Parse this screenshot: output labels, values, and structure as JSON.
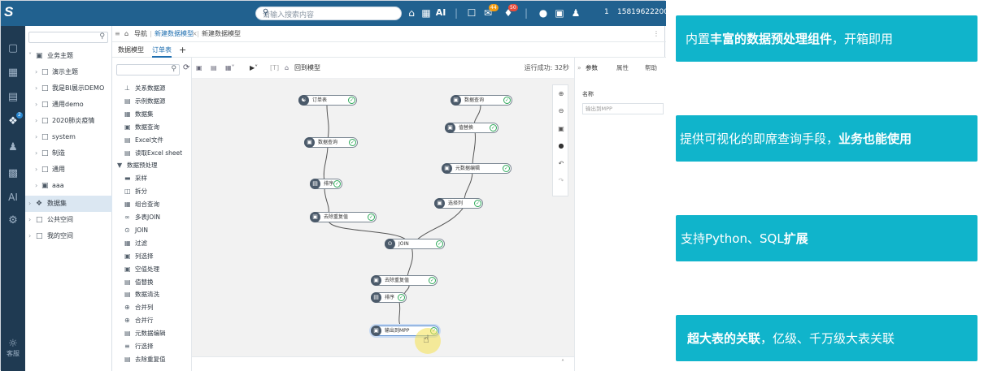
{
  "topbar": {
    "logo": "S",
    "search_placeholder": "请输入搜索内容",
    "ai_label": "AI",
    "badge_messages": "44",
    "badge_alerts": "50",
    "user_num": "1",
    "user_id": "15819622200"
  },
  "leftrail": {
    "ai_label": "AI",
    "badge": "2",
    "bottom_label": "客服"
  },
  "tree": {
    "items": [
      {
        "label": "业务主题"
      },
      {
        "label": "演示主题"
      },
      {
        "label": "我是BI展示DEMO"
      },
      {
        "label": "通用demo"
      },
      {
        "label": "2020肺炎疫情"
      },
      {
        "label": "system"
      },
      {
        "label": "制造"
      },
      {
        "label": "通用"
      },
      {
        "label": "aaa"
      },
      {
        "label": "数据集"
      },
      {
        "label": "公共空间"
      },
      {
        "label": "我的空间"
      }
    ]
  },
  "breadcrumb": {
    "nav": "导航",
    "tab1": "新建数据模型",
    "tab2": "新建数据模型"
  },
  "tabs": {
    "items": [
      "数据模型",
      "订单表"
    ],
    "add": "+"
  },
  "components": {
    "items": [
      "关系数据源",
      "示例数据源",
      "数据集",
      "数据查询",
      "Excel文件",
      "读取Excel sheet",
      "数据预处理",
      "采样",
      "拆分",
      "组合查询",
      "多表JOIN",
      "JOIN",
      "过滤",
      "列选择",
      "空值处理",
      "值替换",
      "数据清洗",
      "合并列",
      "合并行",
      "元数据编辑",
      "行选择",
      "去除重复值"
    ]
  },
  "toolbar": {
    "back_to_model": "回到模型",
    "run_status": "运行成功: 32秒"
  },
  "canvas": {
    "nodes": [
      {
        "label": "订单表"
      },
      {
        "label": "数据查询"
      },
      {
        "label": "排序"
      },
      {
        "label": "去除重复值"
      },
      {
        "label": "数据查询"
      },
      {
        "label": "值替换"
      },
      {
        "label": "元数据编辑"
      },
      {
        "label": "选择列"
      },
      {
        "label": "JOIN"
      },
      {
        "label": "去除重复值"
      },
      {
        "label": "排序"
      },
      {
        "label": "输出到MPP"
      }
    ]
  },
  "props": {
    "tabs": [
      "参数",
      "属性",
      "帮助"
    ],
    "name_label": "名称",
    "name_value": "输出到MPP"
  },
  "cards": [
    {
      "pre": "内置",
      "bold": "丰富的数据预处理组件",
      "post": "，开箱即用"
    },
    {
      "pre": "提供可视化的即席查询手段，",
      "bold": "业务也能使用",
      "post": ""
    },
    {
      "pre": "支持Python、SQL",
      "bold": "扩展",
      "post": ""
    },
    {
      "pre": "",
      "bold": "超大表的关联",
      "post": "，亿级、千万级大表关联"
    }
  ]
}
